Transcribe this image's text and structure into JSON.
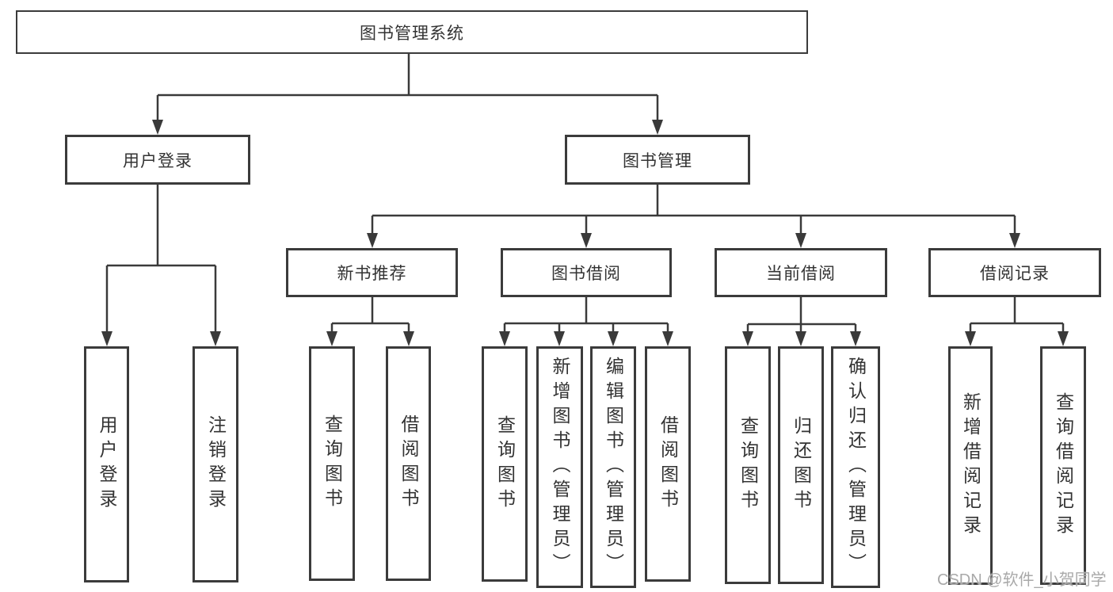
{
  "colors": {
    "line": "#3a3a3a",
    "border": "#3b3b3b",
    "text": "#333333",
    "box_bg": "#ffffff",
    "watermark": "#a9a9a9"
  },
  "root": {
    "label": "图书管理系统"
  },
  "login": {
    "label": "用户登录",
    "children": {
      "user_login": "用户登录",
      "logout": "注销登录"
    }
  },
  "manage": {
    "label": "图书管理",
    "new_book": {
      "label": "新书推荐",
      "children": {
        "query": "查询图书",
        "borrow": "借阅图书"
      }
    },
    "borrow": {
      "label": "图书借阅",
      "children": {
        "query": "查询图书",
        "add": "新增图书（管理员）",
        "edit": "编辑图书（管理员）",
        "borrow": "借阅图书"
      }
    },
    "current": {
      "label": "当前借阅",
      "children": {
        "query": "查询图书",
        "return": "归还图书",
        "confirm": "确认归还（管理员）"
      }
    },
    "record": {
      "label": "借阅记录",
      "children": {
        "add": "新增借阅记录",
        "query": "查询借阅记录"
      }
    }
  },
  "watermark": "CSDN @软件_小贺同学"
}
